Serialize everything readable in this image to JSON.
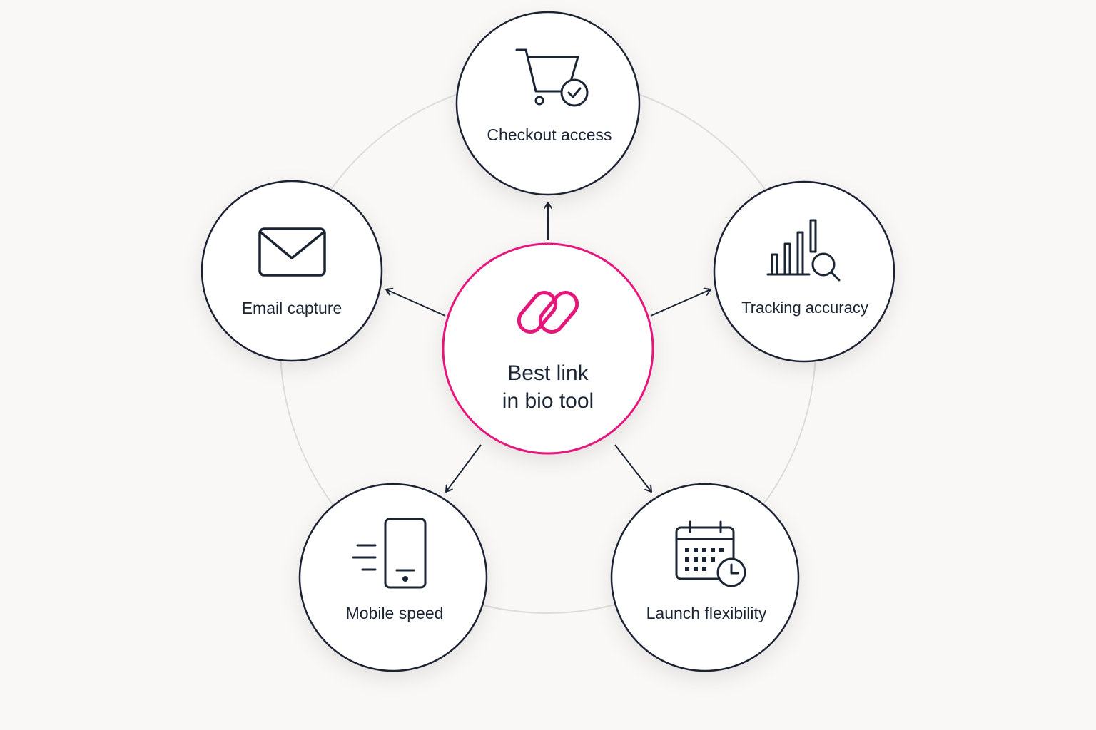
{
  "colors": {
    "background": "#f9f8f6",
    "ink": "#1b2433",
    "accent": "#e5177b",
    "ring": "#dcdcdc"
  },
  "center": {
    "label_line1": "Best link",
    "label_line2": "in bio tool",
    "icon": "link-icon"
  },
  "nodes": [
    {
      "id": "checkout",
      "label": "Checkout access",
      "icon": "shopping-cart-check-icon"
    },
    {
      "id": "tracking",
      "label": "Tracking accuracy",
      "icon": "bar-chart-search-icon"
    },
    {
      "id": "launch",
      "label": "Launch flexibility",
      "icon": "calendar-clock-icon"
    },
    {
      "id": "mobile",
      "label": "Mobile speed",
      "icon": "fast-mobile-phone-icon"
    },
    {
      "id": "email",
      "label": "Email capture",
      "icon": "envelope-icon"
    }
  ]
}
